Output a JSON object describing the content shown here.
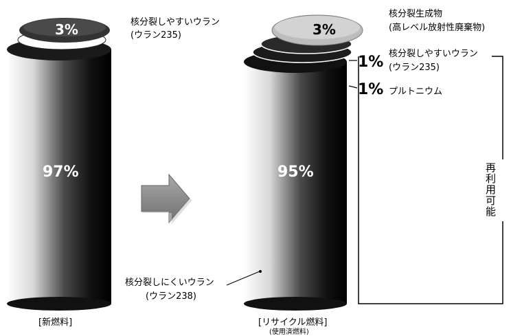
{
  "new_fuel": {
    "caption": "[新燃料]",
    "top_percent": "3%",
    "top_label_line1": "核分裂しやすいウラン",
    "top_label_line2": "(ウラン235)",
    "body_percent": "97%",
    "bottom_label_line1": "核分裂しにくいウラン",
    "bottom_label_line2": "(ウラン238)"
  },
  "recycled_fuel": {
    "caption": "[リサイクル燃料]",
    "subcaption": "(使用済燃料)",
    "products_percent": "3%",
    "products_label_line1": "核分裂生成物",
    "products_label_line2": "(高レベル放射性廃棄物)",
    "u235_percent": "1%",
    "u235_label_line1": "核分裂しやすいウラン",
    "u235_label_line2": "(ウラン235)",
    "pu_percent": "1%",
    "pu_label": "プルトニウム",
    "body_percent": "95%",
    "reusable_label": "再利用可能"
  },
  "colors": {
    "cylinder": "#2a2a2a",
    "top_disc": "#3a3a3a",
    "products_disc": "#bdbdbd",
    "arrow": "#8c8c8c"
  }
}
